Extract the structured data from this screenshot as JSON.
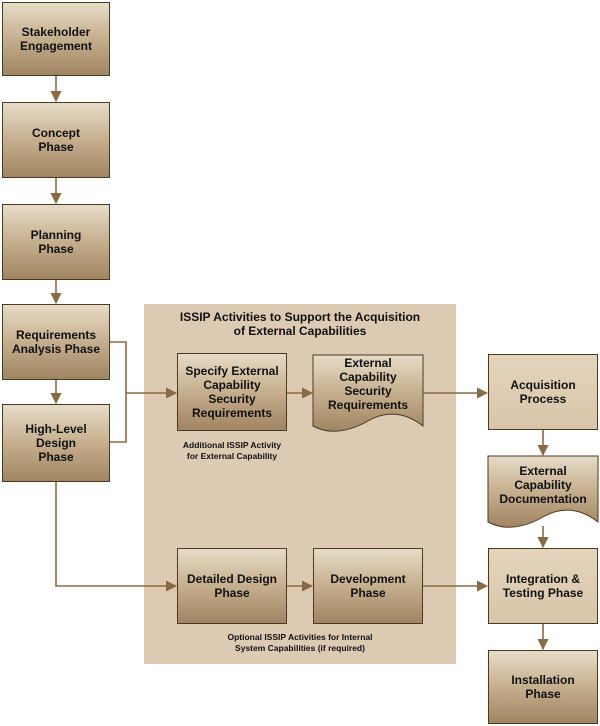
{
  "panel": {
    "title": "ISSIP Activities to Support the Acquisition\nof External Capabilities",
    "note_external": "Additional ISSIP Activity\nfor External Capability",
    "note_internal": "Optional ISSIP Activities for Internal\nSystem Capabilities (if required)"
  },
  "boxes": {
    "stakeholder": "Stakeholder\nEngagement",
    "concept": "Concept\nPhase",
    "planning": "Planning\nPhase",
    "requirements": "Requirements\nAnalysis Phase",
    "hld": "High-Level\nDesign\nPhase",
    "specify": "Specify External\nCapability\nSecurity\nRequirements",
    "detailed": "Detailed Design\nPhase",
    "development": "Development\nPhase",
    "acquisition": "Acquisition\nProcess",
    "integration": "Integration &\nTesting Phase",
    "installation": "Installation\nPhase"
  },
  "documents": {
    "ext_sec_req": "External\nCapability\nSecurity\nRequirements",
    "ext_cap_doc": "External\nCapability\nDocumentation"
  },
  "colors": {
    "panel": "#dccab2",
    "arrow": "#8a6a42",
    "box_border": "#4a3a22"
  }
}
